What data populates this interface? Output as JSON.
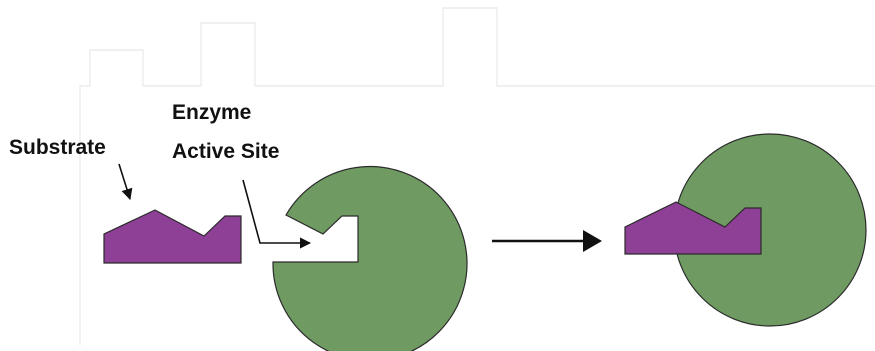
{
  "labels": {
    "substrate": "Substrate",
    "enzyme_line1": "Enzyme",
    "enzyme_line2": "Active Site"
  },
  "colors": {
    "substrate_fill": "#8e3f96",
    "enzyme_fill": "#6f9a62",
    "outline": "#2b2b2b",
    "arrow": "#111111",
    "background_frame": "#eeeeee"
  },
  "icons": {
    "reaction_arrow": "arrow-right-icon",
    "label_pointer": "pointer-arrow-icon"
  }
}
